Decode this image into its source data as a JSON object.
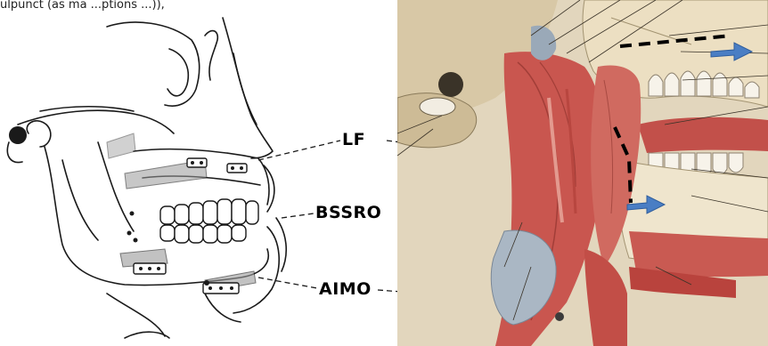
{
  "caption_fragment": "ulpunct (as ma ...ptions ...)),",
  "labels": {
    "lf": "LF",
    "bssro": "BSSRO",
    "aimo": "AIMO"
  },
  "colors": {
    "line_art": "#1a1a1a",
    "muscle": "#c9564f",
    "muscle_light": "#d97a70",
    "bone": "#e6dcc4",
    "tendon": "#9fb0c2",
    "arrow": "#4a7ec4",
    "dashed": "#000000"
  },
  "icons": [
    "arrow-right-icon",
    "arrow-right-icon"
  ]
}
